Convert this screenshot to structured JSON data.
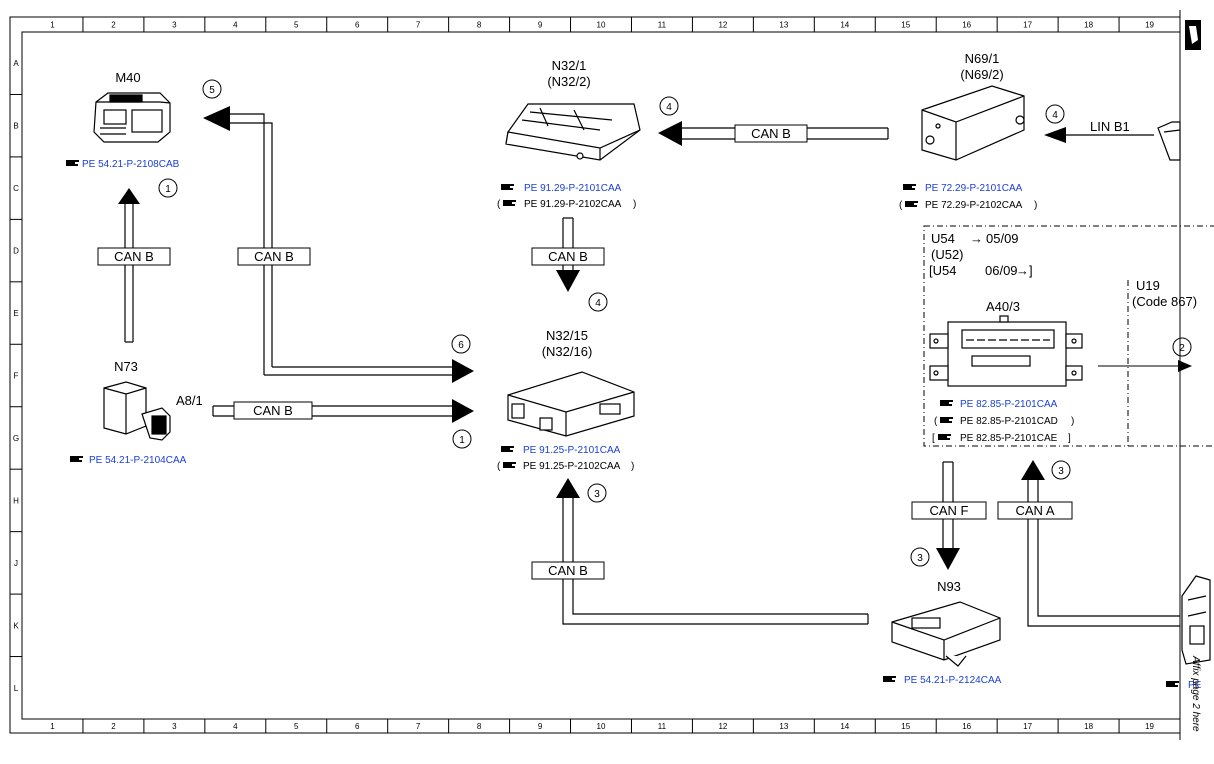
{
  "grid": {
    "columns": [
      "1",
      "2",
      "3",
      "4",
      "5",
      "6",
      "7",
      "8",
      "9",
      "10",
      "11",
      "12",
      "13",
      "14",
      "15",
      "16",
      "17",
      "18",
      "19"
    ],
    "rows": [
      "A",
      "B",
      "C",
      "D",
      "E",
      "F",
      "G",
      "H",
      "J",
      "K",
      "L"
    ]
  },
  "components": {
    "m40": {
      "label": "M40",
      "ref": "PE 54.21-P-2108CAB"
    },
    "n73": {
      "label": "N73",
      "label2": "A8/1",
      "ref": "PE 54.21-P-2104CAA"
    },
    "n32_1": {
      "label": "N32/1",
      "label_alt": "(N32/2)",
      "ref": "PE 91.29-P-2101CAA",
      "ref_alt": "PE 91.29-P-2102CAA"
    },
    "n32_15": {
      "label": "N32/15",
      "label_alt": "(N32/16)",
      "ref": "PE 91.25-P-2101CAA",
      "ref_alt": "PE 91.25-P-2102CAA"
    },
    "n69_1": {
      "label": "N69/1",
      "label_alt": "(N69/2)",
      "ref": "PE 72.29-P-2101CAA",
      "ref_alt": "PE 72.29-P-2102CAA"
    },
    "a40_3": {
      "label": "A40/3",
      "ref": "PE 82.85-P-2101CAA",
      "ref_alt1": "PE 82.85-P-2101CAD",
      "ref_alt2": "PE 82.85-P-2101CAE"
    },
    "n93": {
      "label": "N93",
      "ref": "PE 54.21-P-2124CAA"
    },
    "u54_box": {
      "line1a": "U54",
      "line1b": "05/09",
      "line2": "(U52)",
      "line3a": "[U54",
      "line3b": "06/09",
      "line3c": "]"
    },
    "u19": {
      "line1": "U19",
      "line2": "(Code 867)"
    },
    "edge_ref": "PE",
    "affix_note": "Affix page 2 here"
  },
  "buses": {
    "can_b": "CAN B",
    "can_a": "CAN A",
    "can_f": "CAN F",
    "lin_b1": "LIN B1"
  },
  "steps": [
    "1",
    "2",
    "3",
    "4",
    "5",
    "6"
  ]
}
